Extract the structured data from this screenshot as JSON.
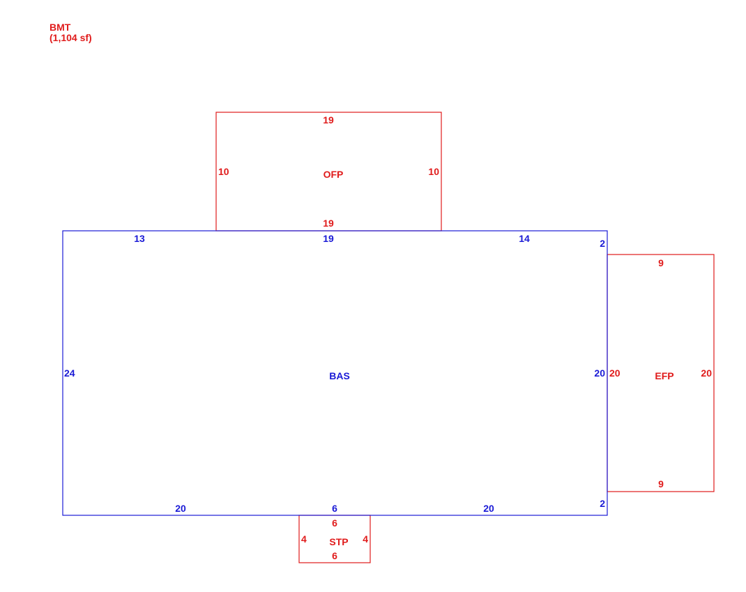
{
  "colors": {
    "red": "#e01b1b",
    "blue": "#1a1ad6"
  },
  "note": {
    "line1": "BMT",
    "line2": "(1,104 sf)"
  },
  "areas": {
    "ofp": {
      "name": "OFP",
      "top": "19",
      "bottom": "19",
      "left": "10",
      "right": "10"
    },
    "bas": {
      "name": "BAS",
      "top_left": "13",
      "top_mid": "19",
      "top_right": "14",
      "right_top_step": "2",
      "right": "20",
      "right_bottom_step": "2",
      "bottom_left": "20",
      "bottom_mid": "6",
      "bottom_right": "20",
      "left": "24"
    },
    "efp": {
      "name": "EFP",
      "top": "9",
      "bottom": "9",
      "left": "20",
      "right": "20"
    },
    "stp": {
      "name": "STP",
      "top": "6",
      "bottom": "6",
      "left": "4",
      "right": "4"
    }
  }
}
